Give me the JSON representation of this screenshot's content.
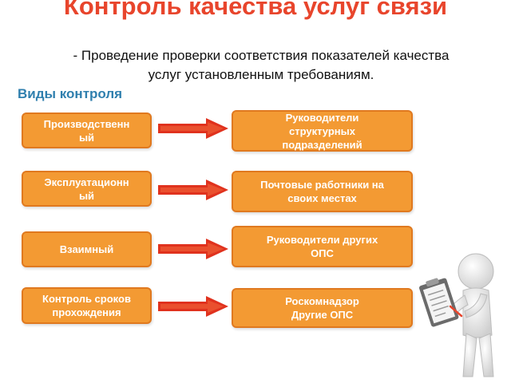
{
  "title": "Контроль качества услуг связи",
  "subtitle_line1": "- Проведение проверки соответствия показателей качества",
  "subtitle_line2": "услуг установленным требованиям.",
  "section_title": "Виды контроля",
  "rows": [
    {
      "type_line1": "Производственн",
      "type_line2": "ый",
      "who_line1": "Руководители",
      "who_line2": "структурных",
      "who_line3": "подразделений"
    },
    {
      "type_line1": "Эксплуатационн",
      "type_line2": "ый",
      "who_line1": "Почтовые работники на",
      "who_line2": "своих местах"
    },
    {
      "type_line1": "Взаимный",
      "who_line1": "Руководители других",
      "who_line2": "ОПС"
    },
    {
      "type_line1": "Контроль сроков",
      "type_line2": "прохождения",
      "who_line1": "Роскомнадзор",
      "who_line2": "Другие ОПС"
    }
  ],
  "colors": {
    "title": "#e8452c",
    "section": "#2f7fae",
    "box_fill": "#f39a33",
    "arrow": "#e0321e"
  },
  "illustration": "person-with-clipboard-icon"
}
